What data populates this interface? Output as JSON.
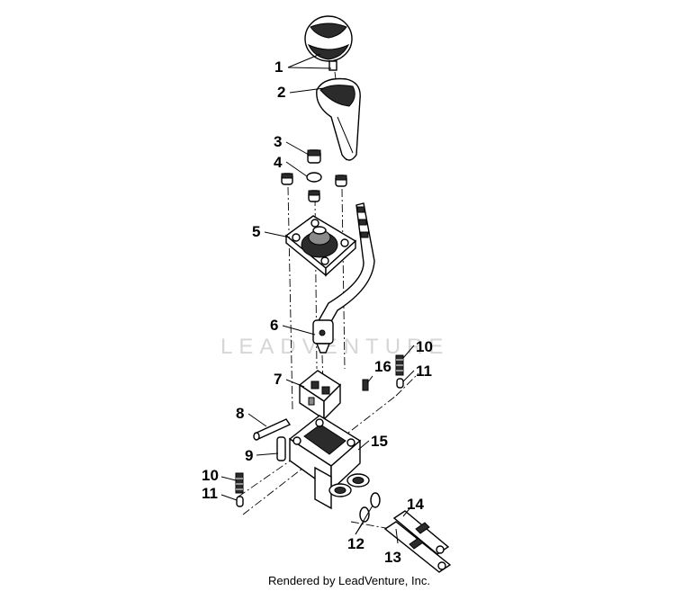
{
  "watermark": "LEADVENTURE",
  "credit": "Rendered by LeadVenture, Inc.",
  "callouts": [
    "1",
    "2",
    "3",
    "4",
    "5",
    "6",
    "7",
    "8",
    "9",
    "10",
    "11",
    "16",
    "10",
    "11",
    "15",
    "12",
    "13",
    "14"
  ]
}
